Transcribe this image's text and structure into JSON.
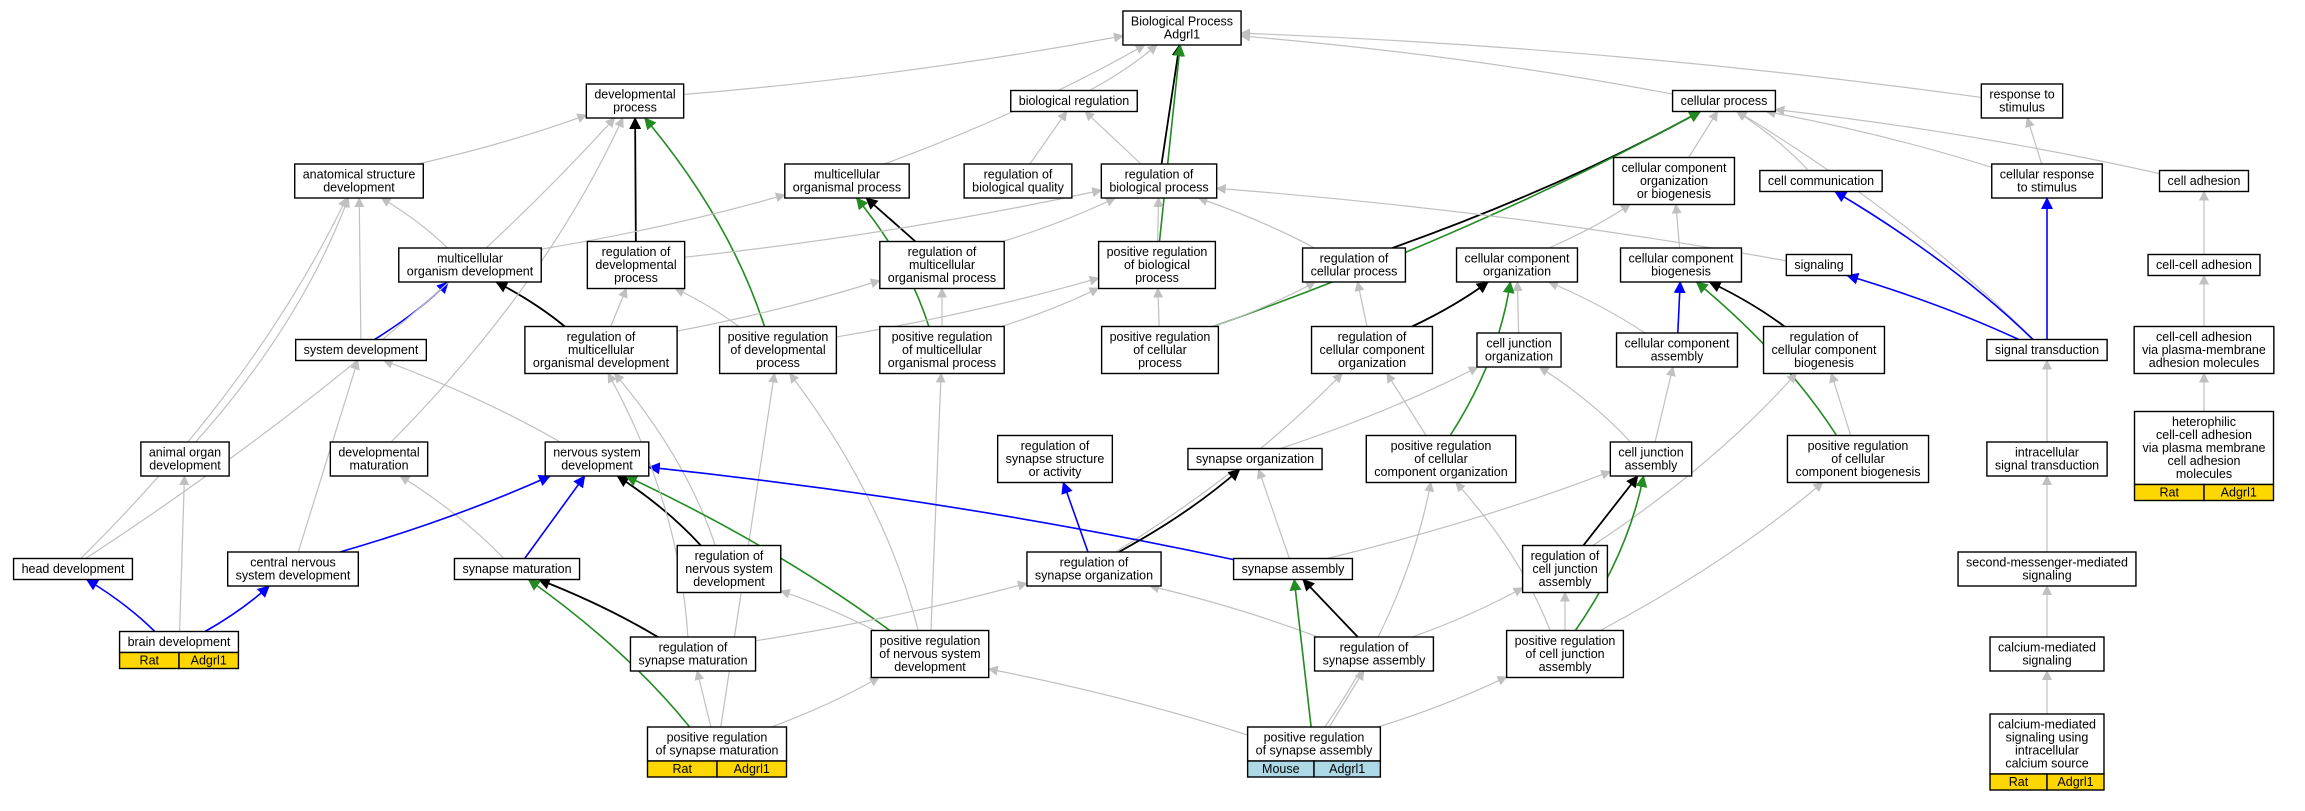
{
  "colors": {
    "is_a": "#c0c0c0",
    "regulates": "#000000",
    "positively_regulates": "#228b22",
    "part_of": "#0000ff",
    "rat_tag": "#ffd700",
    "mouse_tag": "#add8e6"
  },
  "nodes": [
    {
      "id": "bp",
      "lines": [
        "Biological Process",
        "Adgrl1"
      ]
    },
    {
      "id": "dev_proc",
      "lines": [
        "developmental",
        "process"
      ]
    },
    {
      "id": "bio_reg",
      "lines": [
        "biological regulation"
      ]
    },
    {
      "id": "cell_proc",
      "lines": [
        "cellular process"
      ]
    },
    {
      "id": "resp_stim",
      "lines": [
        "response to",
        "stimulus"
      ]
    },
    {
      "id": "anat_dev",
      "lines": [
        "anatomical structure",
        "development"
      ]
    },
    {
      "id": "multi_proc",
      "lines": [
        "multicellular",
        "organismal process"
      ]
    },
    {
      "id": "reg_qual",
      "lines": [
        "regulation of",
        "biological quality"
      ]
    },
    {
      "id": "reg_bp",
      "lines": [
        "regulation of",
        "biological process"
      ]
    },
    {
      "id": "ccob",
      "lines": [
        "cellular component",
        "organization",
        "or biogenesis"
      ]
    },
    {
      "id": "cell_comm",
      "lines": [
        "cell communication"
      ]
    },
    {
      "id": "cell_resp",
      "lines": [
        "cellular response",
        "to stimulus"
      ]
    },
    {
      "id": "cell_adh",
      "lines": [
        "cell adhesion"
      ]
    },
    {
      "id": "multi_org_dev",
      "lines": [
        "multicellular",
        "organism development"
      ]
    },
    {
      "id": "reg_dev",
      "lines": [
        "regulation of",
        "developmental",
        "process"
      ]
    },
    {
      "id": "reg_multi",
      "lines": [
        "regulation of",
        "multicellular",
        "organismal process"
      ]
    },
    {
      "id": "pos_reg_bp",
      "lines": [
        "positive regulation",
        "of biological",
        "process"
      ]
    },
    {
      "id": "reg_cp",
      "lines": [
        "regulation of",
        "cellular process"
      ]
    },
    {
      "id": "cc_org",
      "lines": [
        "cellular component",
        "organization"
      ]
    },
    {
      "id": "cc_bio",
      "lines": [
        "cellular component",
        "biogenesis"
      ]
    },
    {
      "id": "signaling",
      "lines": [
        "signaling"
      ]
    },
    {
      "id": "cca",
      "lines": [
        "cell-cell adhesion"
      ]
    },
    {
      "id": "sys_dev",
      "lines": [
        "system development"
      ]
    },
    {
      "id": "reg_multi_dev",
      "lines": [
        "regulation of",
        "multicellular",
        "organismal development"
      ]
    },
    {
      "id": "pos_reg_dev",
      "lines": [
        "positive regulation",
        "of developmental",
        "process"
      ]
    },
    {
      "id": "pos_reg_multi",
      "lines": [
        "positive regulation",
        "of multicellular",
        "organismal process"
      ]
    },
    {
      "id": "pos_reg_cp",
      "lines": [
        "positive regulation",
        "of cellular",
        "process"
      ]
    },
    {
      "id": "reg_cco",
      "lines": [
        "regulation of",
        "cellular component",
        "organization"
      ]
    },
    {
      "id": "cj_org",
      "lines": [
        "cell junction",
        "organization"
      ]
    },
    {
      "id": "cc_asm",
      "lines": [
        "cellular component",
        "assembly"
      ]
    },
    {
      "id": "reg_ccb",
      "lines": [
        "regulation of",
        "cellular component",
        "biogenesis"
      ]
    },
    {
      "id": "sig_trans",
      "lines": [
        "signal transduction"
      ]
    },
    {
      "id": "cca_pm",
      "lines": [
        "cell-cell adhesion",
        "via plasma-membrane",
        "adhesion molecules"
      ]
    },
    {
      "id": "animal_organ",
      "lines": [
        "animal organ",
        "development"
      ]
    },
    {
      "id": "dev_mat",
      "lines": [
        "developmental",
        "maturation"
      ]
    },
    {
      "id": "ns_dev",
      "lines": [
        "nervous system",
        "development"
      ]
    },
    {
      "id": "reg_syn_struct",
      "lines": [
        "regulation of",
        "synapse structure",
        "or activity"
      ]
    },
    {
      "id": "syn_org",
      "lines": [
        "synapse organization"
      ]
    },
    {
      "id": "pos_reg_cco",
      "lines": [
        "positive regulation",
        "of cellular",
        "component organization"
      ]
    },
    {
      "id": "cj_asm",
      "lines": [
        "cell junction",
        "assembly"
      ]
    },
    {
      "id": "pos_reg_ccb",
      "lines": [
        "positive regulation",
        "of cellular",
        "component biogenesis"
      ]
    },
    {
      "id": "intra_sig",
      "lines": [
        "intracellular",
        "signal transduction"
      ]
    },
    {
      "id": "hetero",
      "lines": [
        "heterophilic",
        "cell-cell adhesion",
        "via plasma membrane",
        "cell adhesion",
        "molecules"
      ]
    },
    {
      "id": "head_dev",
      "lines": [
        "head development"
      ]
    },
    {
      "id": "cns_dev",
      "lines": [
        "central nervous",
        "system development"
      ]
    },
    {
      "id": "syn_mat",
      "lines": [
        "synapse maturation"
      ]
    },
    {
      "id": "reg_ns_dev",
      "lines": [
        "regulation of",
        "nervous system",
        "development"
      ]
    },
    {
      "id": "reg_syn_org",
      "lines": [
        "regulation of",
        "synapse organization"
      ]
    },
    {
      "id": "syn_asm",
      "lines": [
        "synapse assembly"
      ]
    },
    {
      "id": "reg_cj_asm",
      "lines": [
        "regulation of",
        "cell junction",
        "assembly"
      ]
    },
    {
      "id": "second_msg",
      "lines": [
        "second-messenger-mediated",
        "signaling"
      ]
    },
    {
      "id": "brain_dev",
      "lines": [
        "brain development"
      ]
    },
    {
      "id": "reg_syn_mat",
      "lines": [
        "regulation of",
        "synapse maturation"
      ]
    },
    {
      "id": "pos_reg_ns_dev",
      "lines": [
        "positive regulation",
        "of nervous system",
        "development"
      ]
    },
    {
      "id": "reg_syn_asm",
      "lines": [
        "regulation of",
        "synapse assembly"
      ]
    },
    {
      "id": "pos_reg_cj_asm",
      "lines": [
        "positive regulation",
        "of cell junction",
        "assembly"
      ]
    },
    {
      "id": "calcium",
      "lines": [
        "calcium-mediated",
        "signaling"
      ]
    },
    {
      "id": "pos_reg_syn_mat",
      "lines": [
        "positive regulation",
        "of synapse maturation"
      ]
    },
    {
      "id": "pos_reg_syn_asm",
      "lines": [
        "positive regulation",
        "of synapse assembly"
      ]
    },
    {
      "id": "calcium_intra",
      "lines": [
        "calcium-mediated",
        "signaling using",
        "intracellular",
        "calcium source"
      ]
    }
  ],
  "annotations": [
    {
      "node": "brain_dev",
      "species": "Rat",
      "gene": "Adgrl1"
    },
    {
      "node": "pos_reg_syn_mat",
      "species": "Rat",
      "gene": "Adgrl1"
    },
    {
      "node": "pos_reg_syn_asm",
      "species": "Mouse",
      "gene": "Adgrl1"
    },
    {
      "node": "calcium_intra",
      "species": "Rat",
      "gene": "Adgrl1"
    },
    {
      "node": "hetero",
      "species": "Rat",
      "gene": "Adgrl1"
    }
  ],
  "edges": [
    {
      "from": "dev_proc",
      "to": "bp",
      "type": "is_a"
    },
    {
      "from": "bio_reg",
      "to": "bp",
      "type": "is_a"
    },
    {
      "from": "cell_proc",
      "to": "bp",
      "type": "is_a"
    },
    {
      "from": "resp_stim",
      "to": "bp",
      "type": "is_a"
    },
    {
      "from": "multi_proc",
      "to": "bp",
      "type": "is_a"
    },
    {
      "from": "reg_bp",
      "to": "bp",
      "type": "regulates"
    },
    {
      "from": "pos_reg_bp",
      "to": "bp",
      "type": "positively_regulates"
    },
    {
      "from": "anat_dev",
      "to": "dev_proc",
      "type": "is_a"
    },
    {
      "from": "reg_dev",
      "to": "dev_proc",
      "type": "regulates"
    },
    {
      "from": "pos_reg_dev",
      "to": "dev_proc",
      "type": "positively_regulates"
    },
    {
      "from": "reg_qual",
      "to": "bio_reg",
      "type": "is_a"
    },
    {
      "from": "reg_bp",
      "to": "bio_reg",
      "type": "is_a"
    },
    {
      "from": "ccob",
      "to": "cell_proc",
      "type": "is_a"
    },
    {
      "from": "cell_comm",
      "to": "cell_proc",
      "type": "is_a"
    },
    {
      "from": "cell_resp",
      "to": "cell_proc",
      "type": "is_a"
    },
    {
      "from": "cell_adh",
      "to": "cell_proc",
      "type": "is_a"
    },
    {
      "from": "sig_trans",
      "to": "cell_proc",
      "type": "is_a"
    },
    {
      "from": "reg_cp",
      "to": "cell_proc",
      "type": "regulates"
    },
    {
      "from": "pos_reg_cp",
      "to": "cell_proc",
      "type": "positively_regulates"
    },
    {
      "from": "cell_resp",
      "to": "resp_stim",
      "type": "is_a"
    },
    {
      "from": "multi_org_dev",
      "to": "anat_dev",
      "type": "is_a"
    },
    {
      "from": "sys_dev",
      "to": "anat_dev",
      "type": "is_a"
    },
    {
      "from": "animal_organ",
      "to": "anat_dev",
      "type": "is_a"
    },
    {
      "from": "head_dev",
      "to": "anat_dev",
      "type": "is_a"
    },
    {
      "from": "multi_org_dev",
      "to": "multi_proc",
      "type": "is_a"
    },
    {
      "from": "reg_multi",
      "to": "multi_proc",
      "type": "regulates"
    },
    {
      "from": "pos_reg_multi",
      "to": "multi_proc",
      "type": "positively_regulates"
    },
    {
      "from": "reg_dev",
      "to": "reg_bp",
      "type": "is_a"
    },
    {
      "from": "reg_multi",
      "to": "reg_bp",
      "type": "is_a"
    },
    {
      "from": "pos_reg_bp",
      "to": "reg_bp",
      "type": "is_a"
    },
    {
      "from": "reg_cp",
      "to": "reg_bp",
      "type": "is_a"
    },
    {
      "from": "signaling",
      "to": "reg_bp",
      "type": "is_a"
    },
    {
      "from": "cc_org",
      "to": "ccob",
      "type": "is_a"
    },
    {
      "from": "cc_bio",
      "to": "ccob",
      "type": "is_a"
    },
    {
      "from": "sig_trans",
      "to": "cell_comm",
      "type": "part_of"
    },
    {
      "from": "sig_trans",
      "to": "cell_resp",
      "type": "part_of"
    },
    {
      "from": "cca",
      "to": "cell_adh",
      "type": "is_a"
    },
    {
      "from": "sys_dev",
      "to": "multi_org_dev",
      "type": "part_of"
    },
    {
      "from": "reg_multi_dev",
      "to": "multi_org_dev",
      "type": "regulates"
    },
    {
      "from": "reg_multi_dev",
      "to": "reg_dev",
      "type": "is_a"
    },
    {
      "from": "pos_reg_dev",
      "to": "reg_dev",
      "type": "is_a"
    },
    {
      "from": "reg_multi_dev",
      "to": "reg_multi",
      "type": "is_a"
    },
    {
      "from": "pos_reg_multi",
      "to": "reg_multi",
      "type": "is_a"
    },
    {
      "from": "pos_reg_dev",
      "to": "pos_reg_bp",
      "type": "is_a"
    },
    {
      "from": "pos_reg_multi",
      "to": "pos_reg_bp",
      "type": "is_a"
    },
    {
      "from": "pos_reg_cp",
      "to": "pos_reg_bp",
      "type": "is_a"
    },
    {
      "from": "reg_cco",
      "to": "reg_cp",
      "type": "is_a"
    },
    {
      "from": "pos_reg_cp",
      "to": "reg_cp",
      "type": "is_a"
    },
    {
      "from": "reg_cco",
      "to": "cc_org",
      "type": "regulates"
    },
    {
      "from": "cj_org",
      "to": "cc_org",
      "type": "is_a"
    },
    {
      "from": "cc_asm",
      "to": "cc_org",
      "type": "is_a"
    },
    {
      "from": "pos_reg_cco",
      "to": "cc_org",
      "type": "positively_regulates"
    },
    {
      "from": "cc_asm",
      "to": "cc_bio",
      "type": "part_of"
    },
    {
      "from": "reg_ccb",
      "to": "cc_bio",
      "type": "regulates"
    },
    {
      "from": "pos_reg_ccb",
      "to": "cc_bio",
      "type": "positively_regulates"
    },
    {
      "from": "sig_trans",
      "to": "signaling",
      "type": "part_of"
    },
    {
      "from": "cca_pm",
      "to": "cca",
      "type": "is_a"
    },
    {
      "from": "ns_dev",
      "to": "sys_dev",
      "type": "is_a"
    },
    {
      "from": "cns_dev",
      "to": "sys_dev",
      "type": "is_a"
    },
    {
      "from": "reg_ns_dev",
      "to": "reg_multi_dev",
      "type": "is_a"
    },
    {
      "from": "pos_reg_ns_dev",
      "to": "pos_reg_dev",
      "type": "is_a"
    },
    {
      "from": "pos_reg_ns_dev",
      "to": "pos_reg_multi",
      "type": "is_a"
    },
    {
      "from": "pos_reg_syn_mat",
      "to": "pos_reg_dev",
      "type": "is_a"
    },
    {
      "from": "pos_reg_cco",
      "to": "reg_cco",
      "type": "is_a"
    },
    {
      "from": "reg_syn_org",
      "to": "reg_cco",
      "type": "is_a"
    },
    {
      "from": "syn_org",
      "to": "cj_org",
      "type": "is_a"
    },
    {
      "from": "cj_asm",
      "to": "cj_org",
      "type": "is_a"
    },
    {
      "from": "cj_asm",
      "to": "cc_asm",
      "type": "is_a"
    },
    {
      "from": "pos_reg_ccb",
      "to": "reg_ccb",
      "type": "is_a"
    },
    {
      "from": "reg_cj_asm",
      "to": "reg_ccb",
      "type": "is_a"
    },
    {
      "from": "intra_sig",
      "to": "sig_trans",
      "type": "is_a"
    },
    {
      "from": "hetero",
      "to": "cca_pm",
      "type": "is_a"
    },
    {
      "from": "head_dev",
      "to": "dev_proc",
      "type": "is_a"
    },
    {
      "from": "brain_dev",
      "to": "animal_organ",
      "type": "is_a"
    },
    {
      "from": "syn_mat",
      "to": "dev_mat",
      "type": "is_a"
    },
    {
      "from": "syn_mat",
      "to": "ns_dev",
      "type": "part_of"
    },
    {
      "from": "cns_dev",
      "to": "ns_dev",
      "type": "part_of"
    },
    {
      "from": "reg_ns_dev",
      "to": "ns_dev",
      "type": "regulates"
    },
    {
      "from": "pos_reg_ns_dev",
      "to": "ns_dev",
      "type": "positively_regulates"
    },
    {
      "from": "syn_asm",
      "to": "ns_dev",
      "type": "part_of"
    },
    {
      "from": "reg_syn_org",
      "to": "reg_syn_struct",
      "type": "part_of"
    },
    {
      "from": "reg_syn_org",
      "to": "syn_org",
      "type": "regulates"
    },
    {
      "from": "syn_asm",
      "to": "syn_org",
      "type": "is_a"
    },
    {
      "from": "pos_reg_cj_asm",
      "to": "pos_reg_cco",
      "type": "is_a"
    },
    {
      "from": "pos_reg_syn_asm",
      "to": "pos_reg_cco",
      "type": "is_a"
    },
    {
      "from": "reg_cj_asm",
      "to": "cj_asm",
      "type": "regulates"
    },
    {
      "from": "pos_reg_cj_asm",
      "to": "cj_asm",
      "type": "positively_regulates"
    },
    {
      "from": "syn_asm",
      "to": "cj_asm",
      "type": "is_a"
    },
    {
      "from": "pos_reg_cj_asm",
      "to": "pos_reg_ccb",
      "type": "is_a"
    },
    {
      "from": "second_msg",
      "to": "intra_sig",
      "type": "is_a"
    },
    {
      "from": "brain_dev",
      "to": "head_dev",
      "type": "part_of"
    },
    {
      "from": "brain_dev",
      "to": "cns_dev",
      "type": "part_of"
    },
    {
      "from": "reg_syn_mat",
      "to": "syn_mat",
      "type": "regulates"
    },
    {
      "from": "pos_reg_syn_mat",
      "to": "syn_mat",
      "type": "positively_regulates"
    },
    {
      "from": "reg_syn_mat",
      "to": "reg_multi_dev",
      "type": "is_a"
    },
    {
      "from": "pos_reg_ns_dev",
      "to": "reg_ns_dev",
      "type": "is_a"
    },
    {
      "from": "reg_syn_asm",
      "to": "reg_syn_org",
      "type": "is_a"
    },
    {
      "from": "reg_syn_mat",
      "to": "reg_syn_org",
      "type": "is_a"
    },
    {
      "from": "reg_syn_asm",
      "to": "syn_asm",
      "type": "regulates"
    },
    {
      "from": "pos_reg_syn_asm",
      "to": "syn_asm",
      "type": "positively_regulates"
    },
    {
      "from": "reg_syn_asm",
      "to": "reg_cj_asm",
      "type": "is_a"
    },
    {
      "from": "pos_reg_cj_asm",
      "to": "reg_cj_asm",
      "type": "is_a"
    },
    {
      "from": "calcium",
      "to": "second_msg",
      "type": "is_a"
    },
    {
      "from": "pos_reg_syn_mat",
      "to": "reg_syn_mat",
      "type": "is_a"
    },
    {
      "from": "pos_reg_syn_asm",
      "to": "pos_reg_ns_dev",
      "type": "is_a"
    },
    {
      "from": "pos_reg_syn_asm",
      "to": "reg_syn_asm",
      "type": "is_a"
    },
    {
      "from": "pos_reg_syn_asm",
      "to": "pos_reg_cj_asm",
      "type": "is_a"
    },
    {
      "from": "calcium_intra",
      "to": "calcium",
      "type": "is_a"
    },
    {
      "from": "pos_reg_syn_mat",
      "to": "pos_reg_ns_dev",
      "type": "is_a"
    },
    {
      "from": "dev_mat",
      "to": "dev_proc",
      "type": "is_a"
    }
  ]
}
